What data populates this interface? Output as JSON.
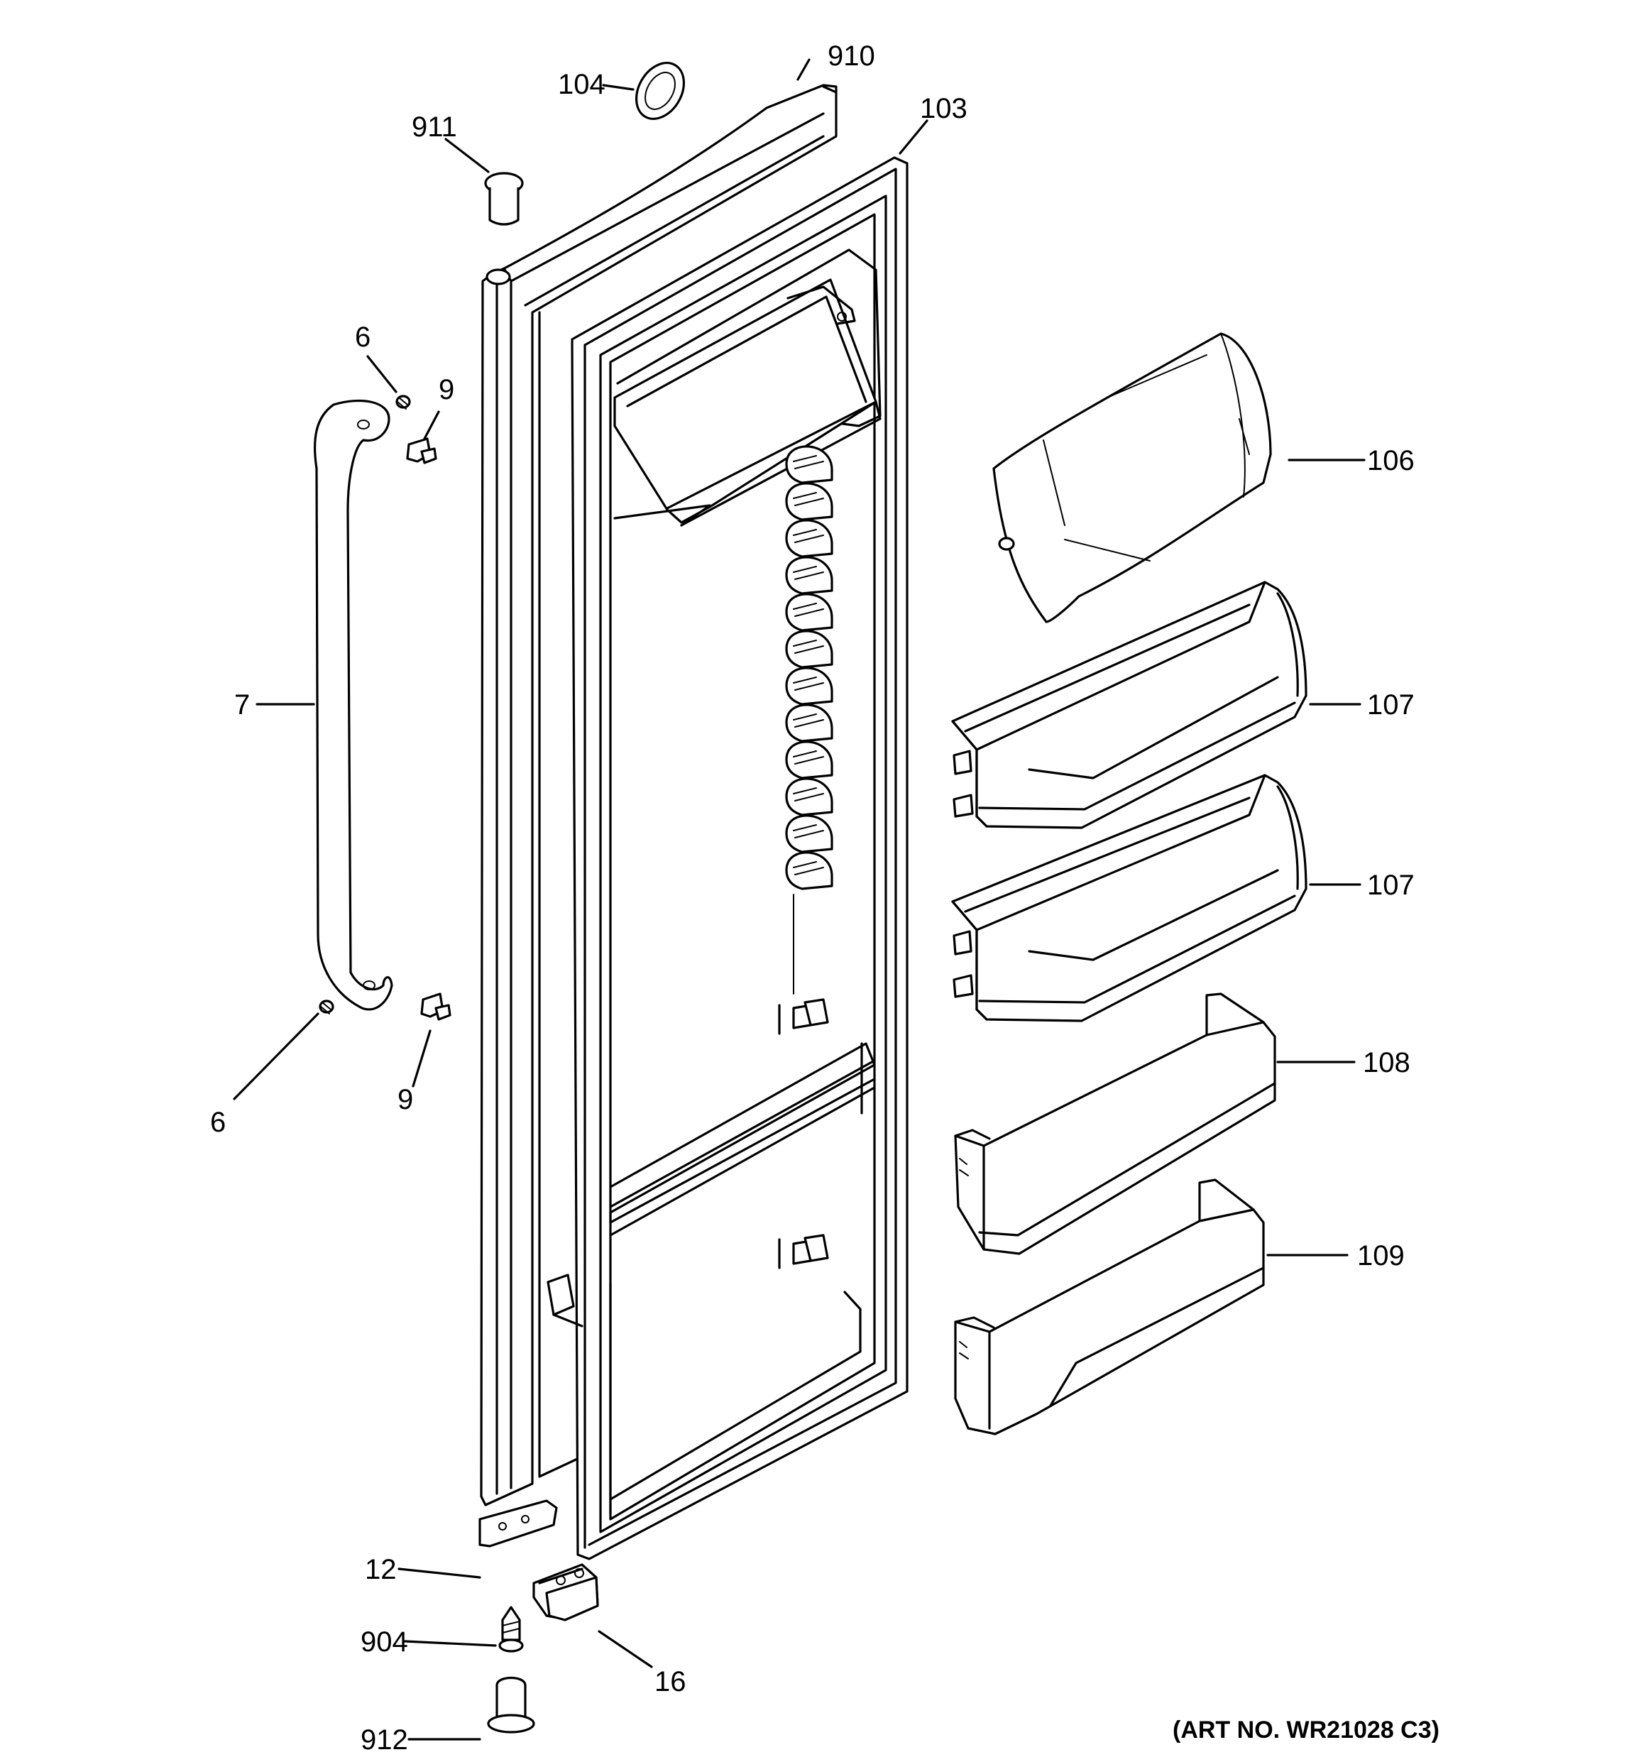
{
  "callouts": [
    {
      "id": "c910",
      "label": "910"
    },
    {
      "id": "c104",
      "label": "104"
    },
    {
      "id": "c103",
      "label": "103"
    },
    {
      "id": "c911",
      "label": "911"
    },
    {
      "id": "c6a",
      "label": "6"
    },
    {
      "id": "c9a",
      "label": "9"
    },
    {
      "id": "c7",
      "label": "7"
    },
    {
      "id": "c106",
      "label": "106"
    },
    {
      "id": "c107a",
      "label": "107"
    },
    {
      "id": "c107b",
      "label": "107"
    },
    {
      "id": "c108",
      "label": "108"
    },
    {
      "id": "c109",
      "label": "109"
    },
    {
      "id": "c9b",
      "label": "9"
    },
    {
      "id": "c6b",
      "label": "6"
    },
    {
      "id": "c12",
      "label": "12"
    },
    {
      "id": "c904",
      "label": "904"
    },
    {
      "id": "c16",
      "label": "16"
    },
    {
      "id": "c912",
      "label": "912"
    }
  ],
  "art_number": "(ART NO. WR21028 C3)"
}
